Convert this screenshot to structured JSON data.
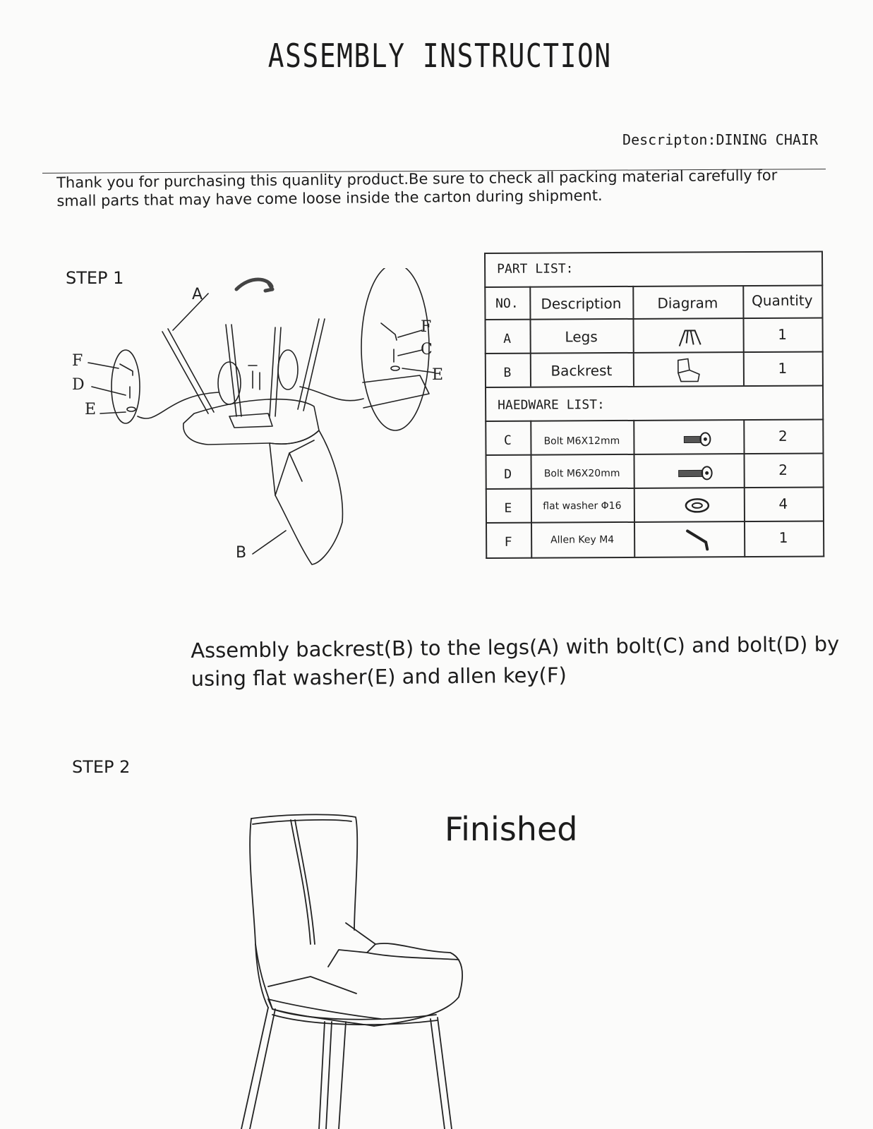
{
  "header": {
    "title": "ASSEMBLY INSTRUCTION",
    "description": "Descripton:DINING CHAIR"
  },
  "intro": "Thank you for purchasing this quanlity product.Be sure to check all packing material carefully for small parts that may have come loose inside the carton during shipment.",
  "step1": {
    "label": "STEP 1",
    "callouts": {
      "a": "A",
      "b": "B",
      "c": "C",
      "d": "D",
      "e": "E",
      "f": "F"
    }
  },
  "table": {
    "part_list_title": "PART LIST:",
    "columns": [
      "NO.",
      "Description",
      "Diagram",
      "Quantity"
    ],
    "parts": [
      {
        "no": "A",
        "description": "Legs",
        "diagram_icon": "legs-icon",
        "quantity": "1"
      },
      {
        "no": "B",
        "description": "Backrest",
        "diagram_icon": "backrest-icon",
        "quantity": "1"
      }
    ],
    "hardware_list_title": "HAEDWARE LIST:",
    "hardware": [
      {
        "no": "C",
        "description": "Bolt M6X12mm",
        "diagram_icon": "short-bolt-icon",
        "quantity": "2"
      },
      {
        "no": "D",
        "description": "Bolt M6X20mm",
        "diagram_icon": "long-bolt-icon",
        "quantity": "2"
      },
      {
        "no": "E",
        "description": "flat washer Φ16",
        "diagram_icon": "washer-icon",
        "quantity": "4"
      },
      {
        "no": "F",
        "description": "Allen Key  M4",
        "diagram_icon": "allen-key-icon",
        "quantity": "1"
      }
    ]
  },
  "instruction": "Assembly backrest(B) to the legs(A) with bolt(C) and bolt(D) by using flat washer(E) and allen key(F)",
  "step2": {
    "label": "STEP 2",
    "finished": "Finished"
  }
}
